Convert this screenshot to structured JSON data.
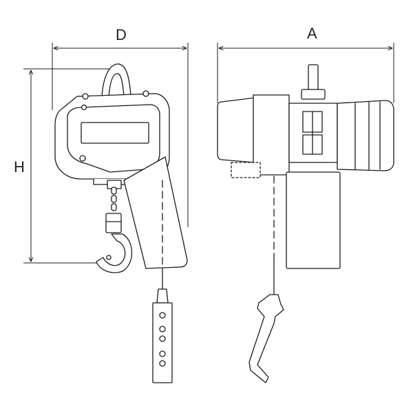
{
  "diagram": {
    "dimension_labels": {
      "width_side": "D",
      "width_front": "A",
      "height": "H"
    },
    "colors": {
      "line": "#1a1a1a",
      "background": "#ffffff"
    }
  }
}
